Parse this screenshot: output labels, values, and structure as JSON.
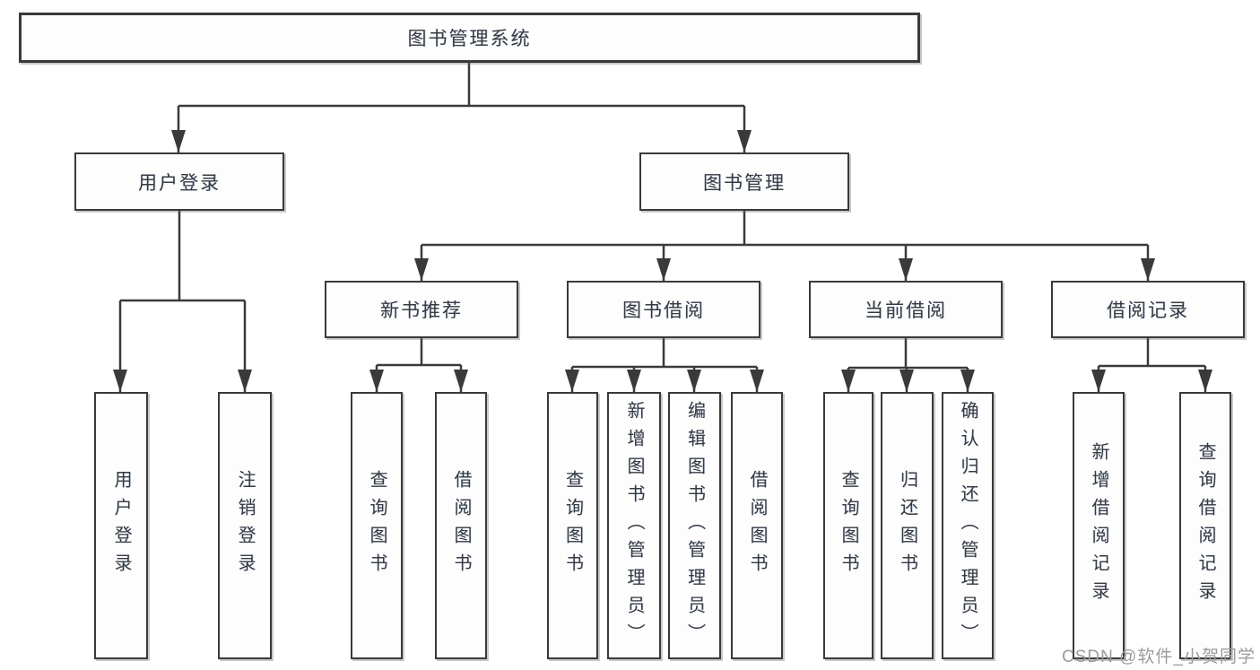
{
  "tree": {
    "root": {
      "label": "图书管理系统"
    },
    "branches": [
      {
        "label": "用户登录",
        "children": [
          {
            "label": "用户登录"
          },
          {
            "label": "注销登录"
          }
        ]
      },
      {
        "label": "图书管理",
        "groups": [
          {
            "label": "新书推荐",
            "children": [
              {
                "label": "查询图书"
              },
              {
                "label": "借阅图书"
              }
            ]
          },
          {
            "label": "图书借阅",
            "children": [
              {
                "label": "查询图书"
              },
              {
                "label": "新增图书（管理员）"
              },
              {
                "label": "编辑图书（管理员）"
              },
              {
                "label": "借阅图书"
              }
            ]
          },
          {
            "label": "当前借阅",
            "children": [
              {
                "label": "查询图书"
              },
              {
                "label": "归还图书"
              },
              {
                "label": "确认归还（管理员）"
              }
            ]
          },
          {
            "label": "借阅记录",
            "children": [
              {
                "label": "新增借阅记录"
              },
              {
                "label": "查询借阅记录"
              }
            ]
          }
        ]
      }
    ]
  },
  "watermark": "CSDN @软件_小贺同学",
  "colors": {
    "line": "#3a3a3a",
    "text": "#363b43",
    "watermark": "#9b9b9b"
  }
}
